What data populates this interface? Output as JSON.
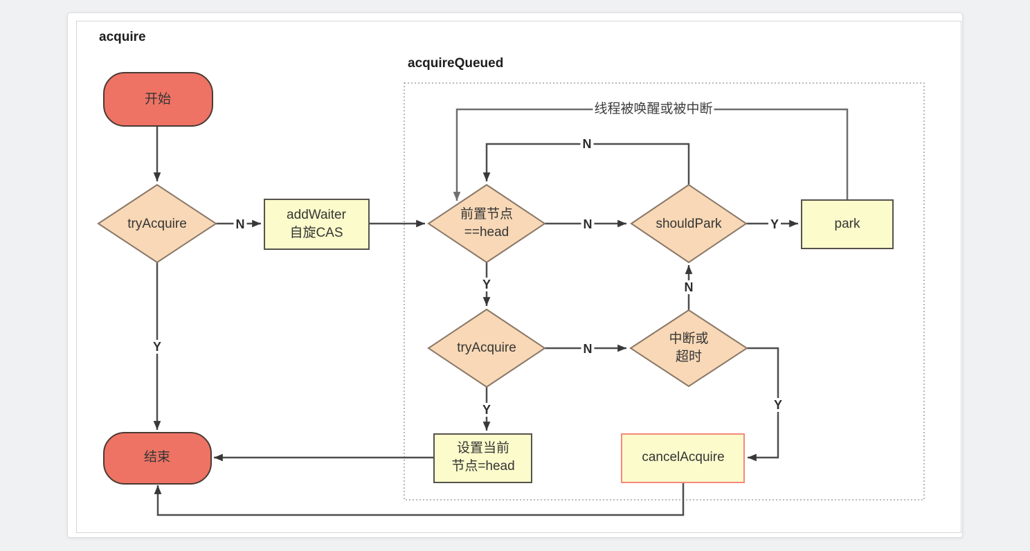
{
  "titles": {
    "main": "acquire",
    "group": "acquireQueued"
  },
  "nodes": {
    "start": {
      "label": "开始",
      "type": "terminal"
    },
    "try_acquire_1": {
      "label": "tryAcquire",
      "type": "decision"
    },
    "add_waiter": {
      "label": "addWaiter\n自旋CAS",
      "type": "process"
    },
    "pred_is_head": {
      "label": "前置节点\n==head",
      "type": "decision"
    },
    "should_park": {
      "label": "shouldPark",
      "type": "decision"
    },
    "park": {
      "label": "park",
      "type": "process"
    },
    "try_acquire_2": {
      "label": "tryAcquire",
      "type": "decision"
    },
    "interrupt_or_timeout": {
      "label": "中断或\n超时",
      "type": "decision"
    },
    "set_head": {
      "label": "设置当前\n节点=head",
      "type": "process"
    },
    "cancel_acquire": {
      "label": "cancelAcquire",
      "type": "process-cancel"
    },
    "end": {
      "label": "结束",
      "type": "terminal"
    }
  },
  "edge_labels": {
    "try1_n": "N",
    "pred_n": "N",
    "park_y": "Y",
    "loop_n": "N",
    "wakeup": "线程被唤醒或被中断",
    "pred_y": "Y",
    "try2_n": "N",
    "timeout_n": "N",
    "try2_y": "Y",
    "cancel_y": "Y",
    "end_y": "Y"
  },
  "colors": {
    "page_bg": "#F0F1F3",
    "card_bg": "#FFFFFF",
    "terminal_fill": "#EE7364",
    "terminal_stroke": "#4A3A33",
    "decision_fill": "#F8D8B6",
    "decision_stroke": "#8A7868",
    "process_fill": "#FBFBCB",
    "process_stroke": "#55524A",
    "cancel_stroke": "#F5897B",
    "line": "#4D4D4D",
    "line_soft": "#6E6E6E",
    "dashed_border": "#8F8F8F",
    "text": "#333333"
  }
}
